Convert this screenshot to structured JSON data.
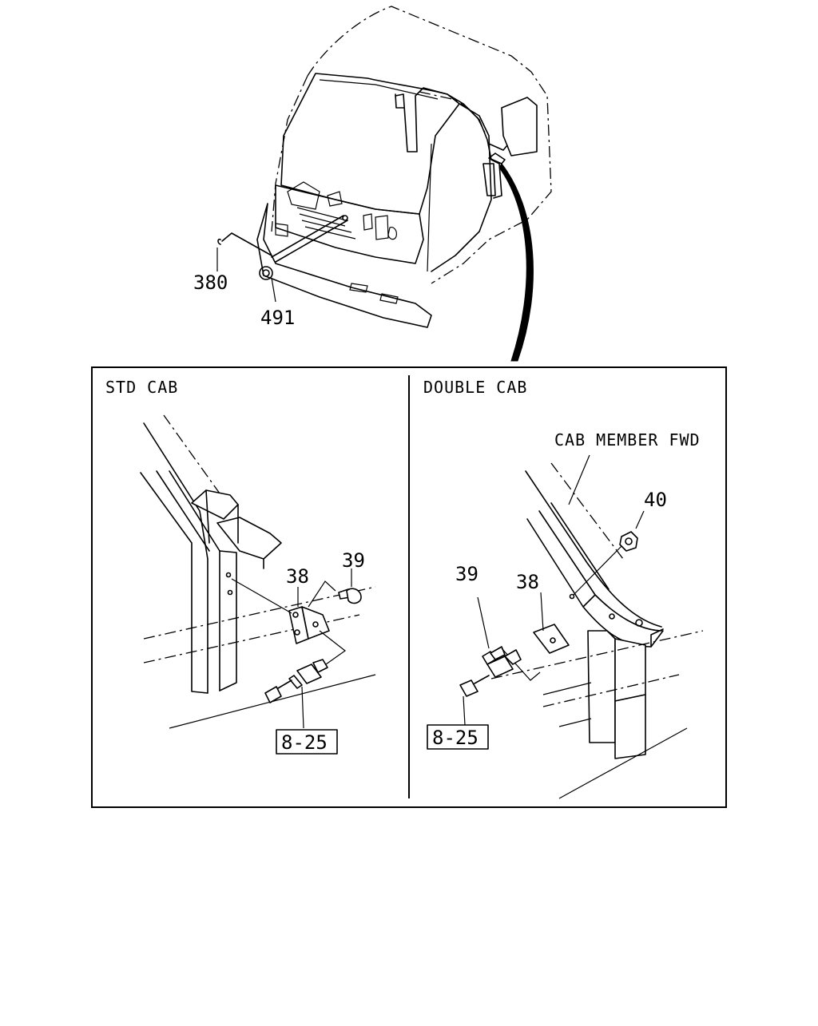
{
  "overview": {
    "callouts": {
      "c380": "380",
      "c491": "491"
    }
  },
  "detail": {
    "std_cab": {
      "title": "STD CAB",
      "labels": {
        "c38": "38",
        "c39": "39"
      },
      "ref_box": "8-25"
    },
    "double_cab": {
      "title": "DOUBLE CAB",
      "member_label": "CAB MEMBER FWD",
      "labels": {
        "c40": "40",
        "c39": "39",
        "c38": "38"
      },
      "ref_box": "8-25"
    }
  }
}
